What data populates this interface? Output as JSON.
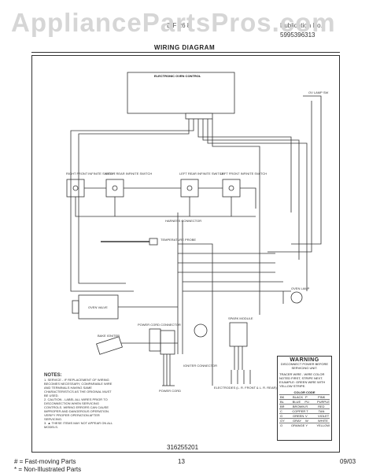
{
  "watermark": "AppliancePartsPros.com",
  "header": {
    "model_left": "E  F  26  8",
    "publication": "Publication No.",
    "part_number": "5995396313"
  },
  "title": "WIRING DIAGRAM",
  "components": {
    "control": "ELECTRONIC OVEN CONTROL",
    "switches": [
      "RIGHT FRONT INFINITE SWITCH",
      "RIGHT REAR INFINITE SWITCH",
      "LEFT REAR INFINITE SWITCH",
      "LEFT FRONT INFINITE SWITCH"
    ],
    "lamp": "OV LAMP SW",
    "temp_probe": "TEMPERATURE PROBE",
    "harness": "HARNESS CONNECTOR",
    "oven_valve": "OVEN VALVE",
    "bake_igniter": "BAKE IGNITER",
    "power_cord": "POWER CORD CONNECTOR",
    "igniter_connector": "IGNITER CONNECTOR",
    "power_cord_label": "POWER CORD",
    "spark_module": "SPARK MODULE",
    "lamp_socket": "OVEN LAMP",
    "electrodes": "ELECTRODES (L. R. FRONT & L. R. REAR)"
  },
  "notes": {
    "title": "NOTES:",
    "items": [
      "1. SERVICE - IF REPLACEMENT OF WIRING BECOMES NECESSARY, COMPARABLE WIRE AND TERMINALS HAVING SAME CHARACTERISTICS AS THE ORIGINAL MUST BE USED.",
      "2. CAUTION - LABEL ALL WIRES PRIOR TO DISCONNECTION WHEN SERVICING CONTROLS. WIRING ERRORS CAN CAUSE IMPROPER AND DANGEROUS OPERATION. VERIFY PROPER OPERATION AFTER SERVICING.",
      "3. ▲ THESE ITEMS MAY NOT APPEAR ON ALL MODELS."
    ]
  },
  "warning": {
    "title": "WARNING",
    "sub": "DISCONNECT POWER BEFORE SERVICING UNIT.",
    "text": "TRACER WIRE - WIRE COLOR NOTED FIRST, STRIPE NEXT. EXAMPLE: GREEN WIRE WITH YELLOW STRIPE.",
    "color_code_title": "COLOR CODE",
    "colors": [
      [
        "BK",
        "BLACK",
        "P",
        "PINK"
      ],
      [
        "BL",
        "BLUE",
        "PU",
        "PURPLE"
      ],
      [
        "BR",
        "BROWN",
        "R",
        "RED"
      ],
      [
        "C",
        "COPPER",
        "T",
        "TAN"
      ],
      [
        "G",
        "GREEN",
        "V",
        "VIOLET"
      ],
      [
        "GY",
        "GRAY",
        "W",
        "WHITE"
      ],
      [
        "O",
        "ORANGE",
        "Y",
        "YELLOW"
      ]
    ]
  },
  "diagram_part_no": "316255201",
  "footer": {
    "fast": "#  = Fast-moving Parts",
    "non": "*  = Non-Illustrated Parts",
    "page": "13",
    "date": "09/03"
  }
}
